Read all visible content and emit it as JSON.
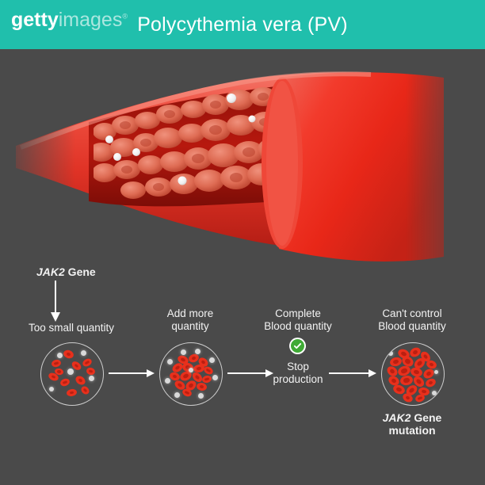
{
  "header": {
    "title": "Polycythemia vera (PV)",
    "watermark_bold": "getty",
    "watermark_light": "images",
    "watermark_registered": "®",
    "background_color": "#20bfac",
    "text_color": "#ffffff"
  },
  "page": {
    "background_color": "#4a4a4a",
    "text_color": "#f2f2f2"
  },
  "illustration": {
    "name": "cutaway-blood-vessel",
    "vessel_wall_color": "#ef4a3c",
    "vessel_lumen_color": "#b4180f",
    "red_blood_cell_color": "#e06a55",
    "platelet_color": "#f2f2f2"
  },
  "diagram": {
    "gene_label_italic": "JAK2",
    "gene_label_rest": " Gene",
    "steps": [
      {
        "caption_line1": "Too small quantity",
        "caption_line2": ""
      },
      {
        "caption_line1": "Add more",
        "caption_line2": "quantity"
      },
      {
        "caption_line1": "Complete",
        "caption_line2": "Blood quantity"
      },
      {
        "caption_line1": "Can't control",
        "caption_line2": "Blood quantity"
      }
    ],
    "stop_label_line1": "Stop",
    "stop_label_line2": "production",
    "mutation_label_italic": "JAK2",
    "mutation_label_rest": " Gene",
    "mutation_label_line2": "mutation",
    "check_icon_color": "#3faa35",
    "arrow_color": "#ffffff",
    "cell_color": "#e8301c"
  }
}
